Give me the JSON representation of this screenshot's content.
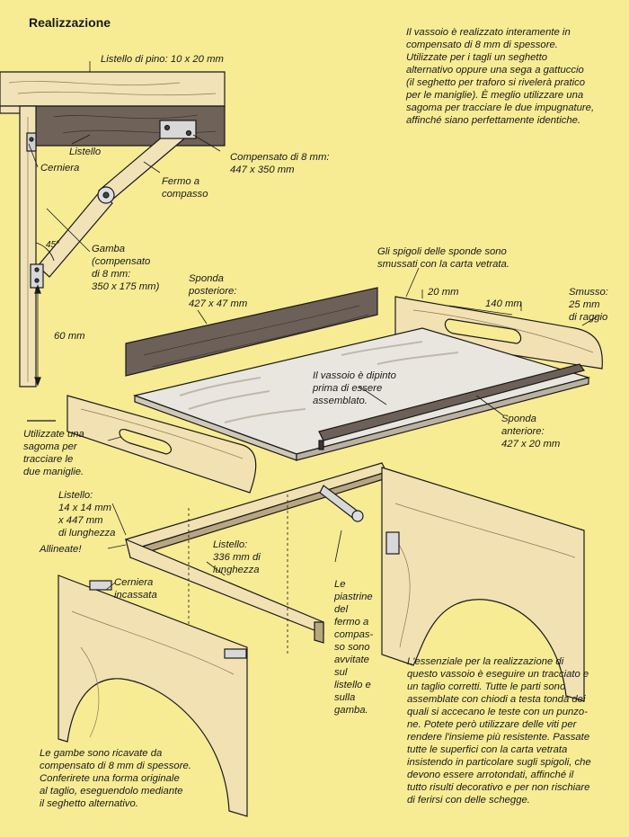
{
  "title": "Realizzazione",
  "intro_text": "Il vassoio è realizzato interamente in\ncompensato di 8 mm di spessore.\nUtilizzate per i tagli un seghetto\nalternativo oppure una sega a gattuccio\n(il seghetto per traforo si rivelerà pratico\nper le maniglie). È meglio utilizzare una\nsagoma per tracciare le due impugnature,\naffinché siano perfettamente identiche.",
  "labels": {
    "listello_pino": "Listello di pino: 10 x 20 mm",
    "listello": "Listello",
    "cerniera": "Cerniera",
    "fermo": "Fermo a\ncompasso",
    "compensato": "Compensato di 8 mm:\n447 x 350 mm",
    "angle": "45°",
    "gamba": "Gamba\n(compensato\ndi 8 mm:\n350 x 175 mm)",
    "h60": "60 mm",
    "spigoli": "Gli spigoli delle sponde sono\nsmussati con la carta vetrata.",
    "dim20": "20 mm",
    "dim140": "140 mm",
    "smusso": "Smusso:\n25 mm\ndi raggio",
    "sponda_post": "Sponda\nposteriore:\n427 x 47 mm",
    "dipinto": "Il vassoio è dipinto\nprima di essere\nassemblato.",
    "sponda_ant": "Sponda\nanteriore:\n427 x 20 mm",
    "sagoma": "Utilizzate una\nsagoma per\ntracciare le\ndue maniglie.",
    "listello14": "Listello:\n14 x 14 mm\nx 447 mm\ndi lunghezza",
    "allineate": "Allineate!",
    "listello336": "Listello:\n336 mm di\nlunghezza",
    "cerniera_inc": "Cerniera\nincassata",
    "piastrine": "Le\npiastrine\ndel\nfermo a\ncompas-\nso sono\navvitate\nsul\nlistello e\nsulla\ngamba."
  },
  "legs_text": "Le gambe sono ricavate da\ncompensato di 8 mm di spessore.\nConferirete una forma originale\nal taglio, eseguendolo mediante\nil seghetto alternativo.",
  "essential_text": "L'essenziale per la realizzazione di\nquesto vassoio è eseguire un tracciato e\nun taglio corretti. Tutte le parti sono\nassemblate con chiodi a testa tonda dei\nquali si accecano le teste con un punzo-\nne. Potete però utilizzare delle viti per\nrendere l'insieme più resistente. Passate\ntutte le superfici con la carta vetrata\ninsistendo in particolare sugli spigoli, che\ndevono essere arrotondati, affinché il\ntutto risulti decorativo e per non rischiare\ndi ferirsi con delle schegge.",
  "colors": {
    "background": "#f7eb94",
    "wood": "#f3e2b0",
    "dark_wood": "#7a6a5a",
    "tray_surface": "#e9e6df"
  }
}
